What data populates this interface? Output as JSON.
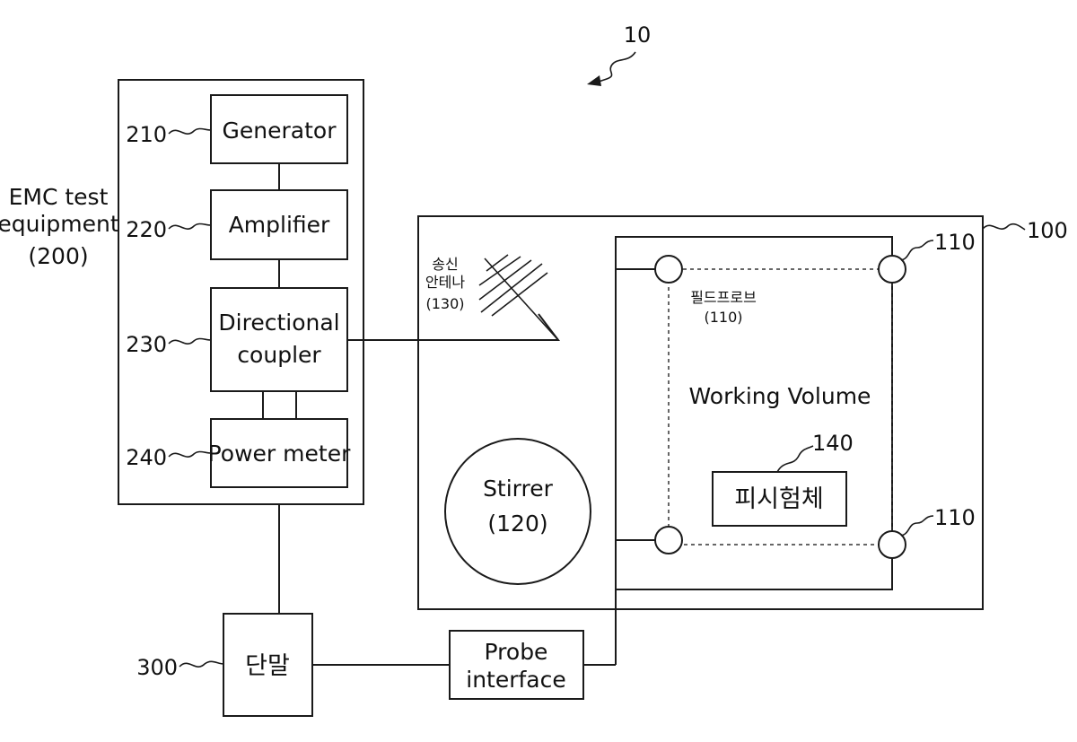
{
  "figure_ref": "10",
  "equipment": {
    "title_line1": "EMC test",
    "title_line2": "equipment",
    "title_line3": "(200)",
    "generator": {
      "ref": "210",
      "label": "Generator"
    },
    "amplifier": {
      "ref": "220",
      "label": "Amplifier"
    },
    "coupler": {
      "ref": "230",
      "label_line1": "Directional",
      "label_line2": "coupler"
    },
    "power_meter": {
      "ref": "240",
      "label": "Power meter"
    }
  },
  "chamber": {
    "ref": "100",
    "antenna": {
      "line1": "송신",
      "line2": "안테나",
      "line3": "(130)"
    },
    "stirrer": {
      "line1": "Stirrer",
      "line2": "(120)"
    },
    "probe_ref_top": "110",
    "probe_ref_bottom": "110",
    "field_probe": {
      "line1": "필드프로브",
      "line2": "(110)"
    },
    "working_volume": "Working Volume",
    "eut": {
      "ref": "140",
      "label": "피시험체"
    }
  },
  "terminal": {
    "ref": "300",
    "label": "단말"
  },
  "probe_interface": {
    "line1": "Probe",
    "line2": "interface"
  }
}
